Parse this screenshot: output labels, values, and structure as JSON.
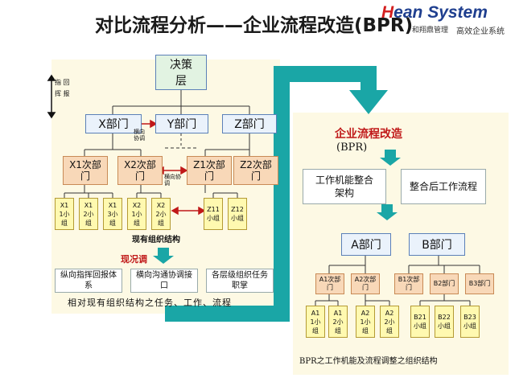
{
  "header": {
    "title": "对比流程分析——企业流程改造(BPR)",
    "logo_brand_h": "H",
    "logo_brand_rest": "ean System",
    "logo_tagline_left": "和翔鼎管理",
    "logo_tagline": "高效企业系统"
  },
  "left": {
    "top": "决策层",
    "side_a": "指 回",
    "side_b": "挥 报",
    "depts": [
      "X部门",
      "Y部门",
      "Z部门"
    ],
    "horiz1": "横向协调",
    "subs": [
      "X1次部门",
      "X2次部门",
      "Z1次部门",
      "Z2次部门"
    ],
    "horiz2": "横向协调",
    "groups": [
      "X1 1小组",
      "X1 2小组",
      "X1 3小组",
      "X2 1小组",
      "X2 2小组",
      "Z11 小组",
      "Z12 小组"
    ],
    "caption": "现有组织结构",
    "status": "现况调",
    "issues": [
      "纵向指挥回报体系",
      "横向沟通协调接口",
      "各层级组织任务职掌"
    ],
    "bottom": "相对现有组织结构之任务、工作、流程"
  },
  "right": {
    "head": "企业流程改造",
    "head2": "(BPR)",
    "step1": "工作机能整合架构",
    "step2": "整合后工作流程",
    "depts": [
      "A部门",
      "B部门"
    ],
    "subs": [
      "A1次部门",
      "A2次部门",
      "B1次部门",
      "B2部门",
      "B3部门"
    ],
    "groups": [
      "A1 1小组",
      "A1 2小组",
      "A2 1小组",
      "A2 2小组",
      "B21 小组",
      "B22 小组",
      "B23 小组"
    ],
    "caption": "BPR之工作机能及流程调整之组织结构"
  },
  "colors": {
    "arrow": "#1aa6a6",
    "red": "#c01818",
    "border": "#5b80b8"
  }
}
